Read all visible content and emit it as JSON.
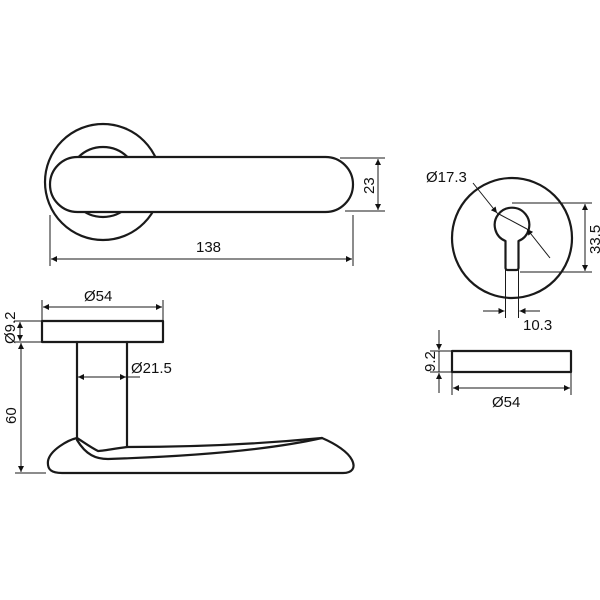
{
  "drawing": {
    "type": "technical-drawing",
    "subject": "lever door handle on round rose with profile-cylinder escutcheon",
    "line_color": "#1a1a1a",
    "dimensions": {
      "handle_length": "138",
      "handle_width": "23",
      "rose_diameter": "Ø54",
      "rose_thickness": "Ø9.2",
      "neck_diameter": "Ø21.5",
      "handle_height": "60",
      "keyhole_diameter": "Ø17.3",
      "keyhole_height": "33.5",
      "keyhole_slot_width": "10.3",
      "escutcheon_thickness": "9.2",
      "escutcheon_diameter": "Ø54"
    }
  }
}
